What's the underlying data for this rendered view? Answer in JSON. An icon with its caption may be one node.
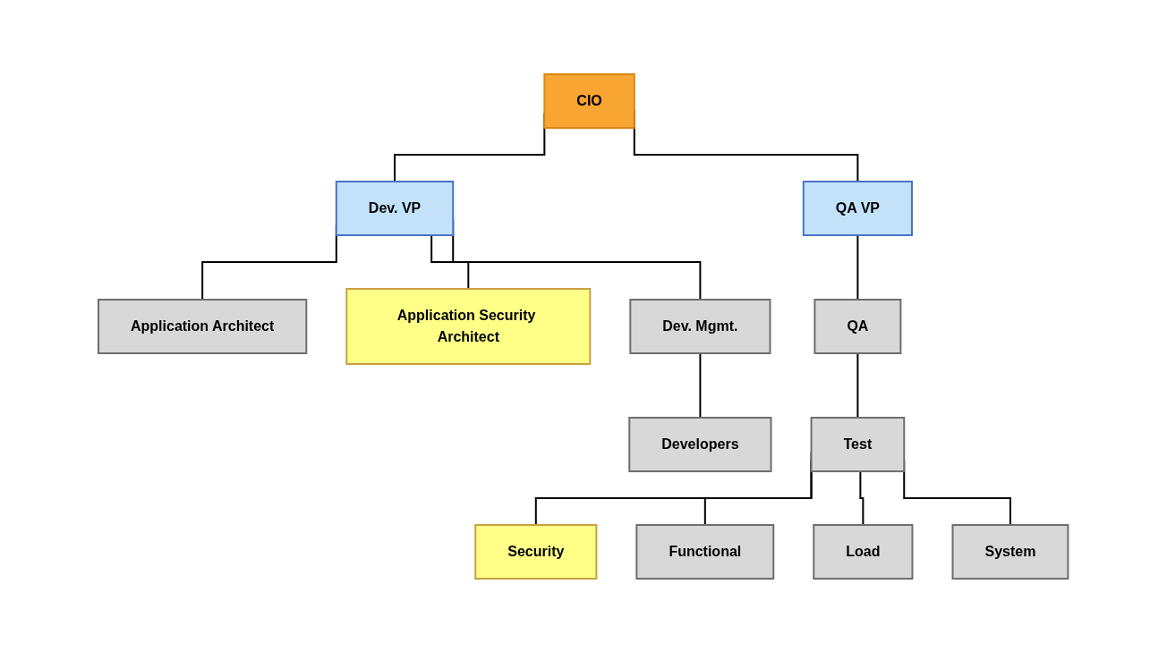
{
  "diagram": {
    "nodes": [
      {
        "text": [
          "CIO"
        ]
      },
      {
        "text": [
          "Dev. VP"
        ]
      },
      {
        "text": [
          "QA VP"
        ]
      },
      {
        "text": [
          "Application Architect"
        ]
      },
      {
        "text": [
          "Application Security Architect"
        ]
      },
      {
        "text": [
          "Dev. Mgmt."
        ]
      },
      {
        "text": [
          "Developers"
        ]
      },
      {
        "text": [
          "QA"
        ]
      },
      {
        "text": [
          "Test"
        ]
      },
      {
        "text": [
          "Security"
        ]
      },
      {
        "text": [
          "Functional"
        ]
      },
      {
        "text": [
          "Load"
        ]
      },
      {
        "text": [
          "System"
        ]
      }
    ],
    "edges": [
      {
        "from": 0,
        "to": 1,
        "arrow": "none"
      },
      {
        "from": 0,
        "to": 2,
        "arrow": "none"
      },
      {
        "from": 1,
        "to": 3,
        "arrow": "none"
      },
      {
        "from": 1,
        "to": 4,
        "arrow": "none"
      },
      {
        "from": 1,
        "to": 5,
        "arrow": "none"
      },
      {
        "from": 5,
        "to": 6,
        "arrow": "none"
      },
      {
        "from": 2,
        "to": 7,
        "arrow": "none"
      },
      {
        "from": 7,
        "to": 8,
        "arrow": "none"
      },
      {
        "from": 8,
        "to": 9,
        "arrow": "none"
      },
      {
        "from": 8,
        "to": 10,
        "arrow": "none"
      },
      {
        "from": 8,
        "to": 11,
        "arrow": "none"
      },
      {
        "from": 8,
        "to": 12,
        "arrow": "none"
      }
    ]
  }
}
